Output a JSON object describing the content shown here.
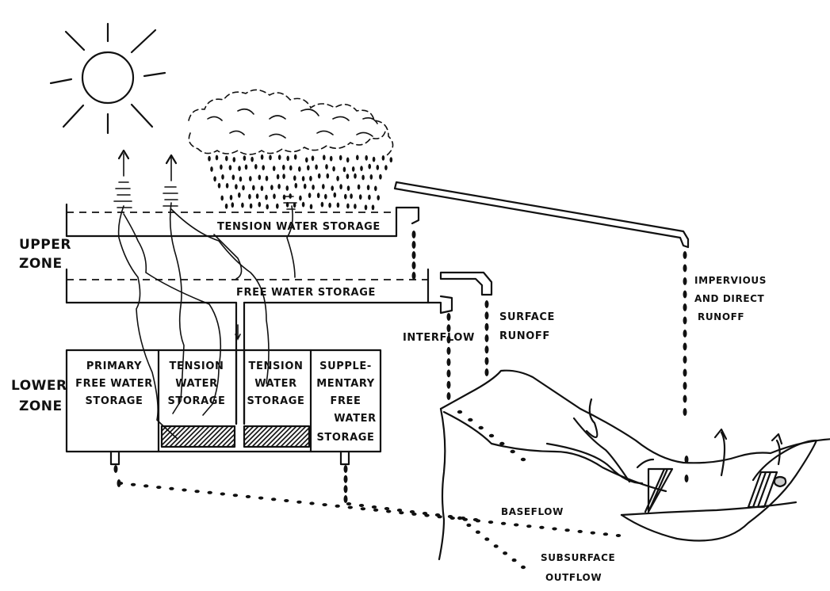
{
  "zones": {
    "upper_zone": [
      "UPPER",
      "ZONE"
    ],
    "lower_zone": [
      "LOWER",
      "ZONE"
    ]
  },
  "upper": {
    "tension_water_storage": "TENSION WATER STORAGE",
    "free_water_storage": "FREE WATER STORAGE"
  },
  "lower": {
    "primary_free_water": [
      "PRIMARY",
      "FREE WATER",
      "STORAGE"
    ],
    "tension_water_1": [
      "TENSION",
      "WATER",
      "STORAGE"
    ],
    "tension_water_2": [
      "TENSION",
      "WATER",
      "STORAGE"
    ],
    "supplementary_free_water": [
      "SUPPLE-",
      "MENTARY",
      "FREE",
      "WATER",
      "STORAGE"
    ]
  },
  "flows": {
    "interflow": "INTERFLOW",
    "surface_runoff": [
      "SURFACE",
      "RUNOFF"
    ],
    "impervious_direct_runoff": [
      "IMPERVIOUS",
      "AND DIRECT",
      "RUNOFF"
    ],
    "baseflow": "BASEFLOW",
    "subsurface_outflow": [
      "SUBSURFACE",
      "OUTFLOW"
    ]
  }
}
